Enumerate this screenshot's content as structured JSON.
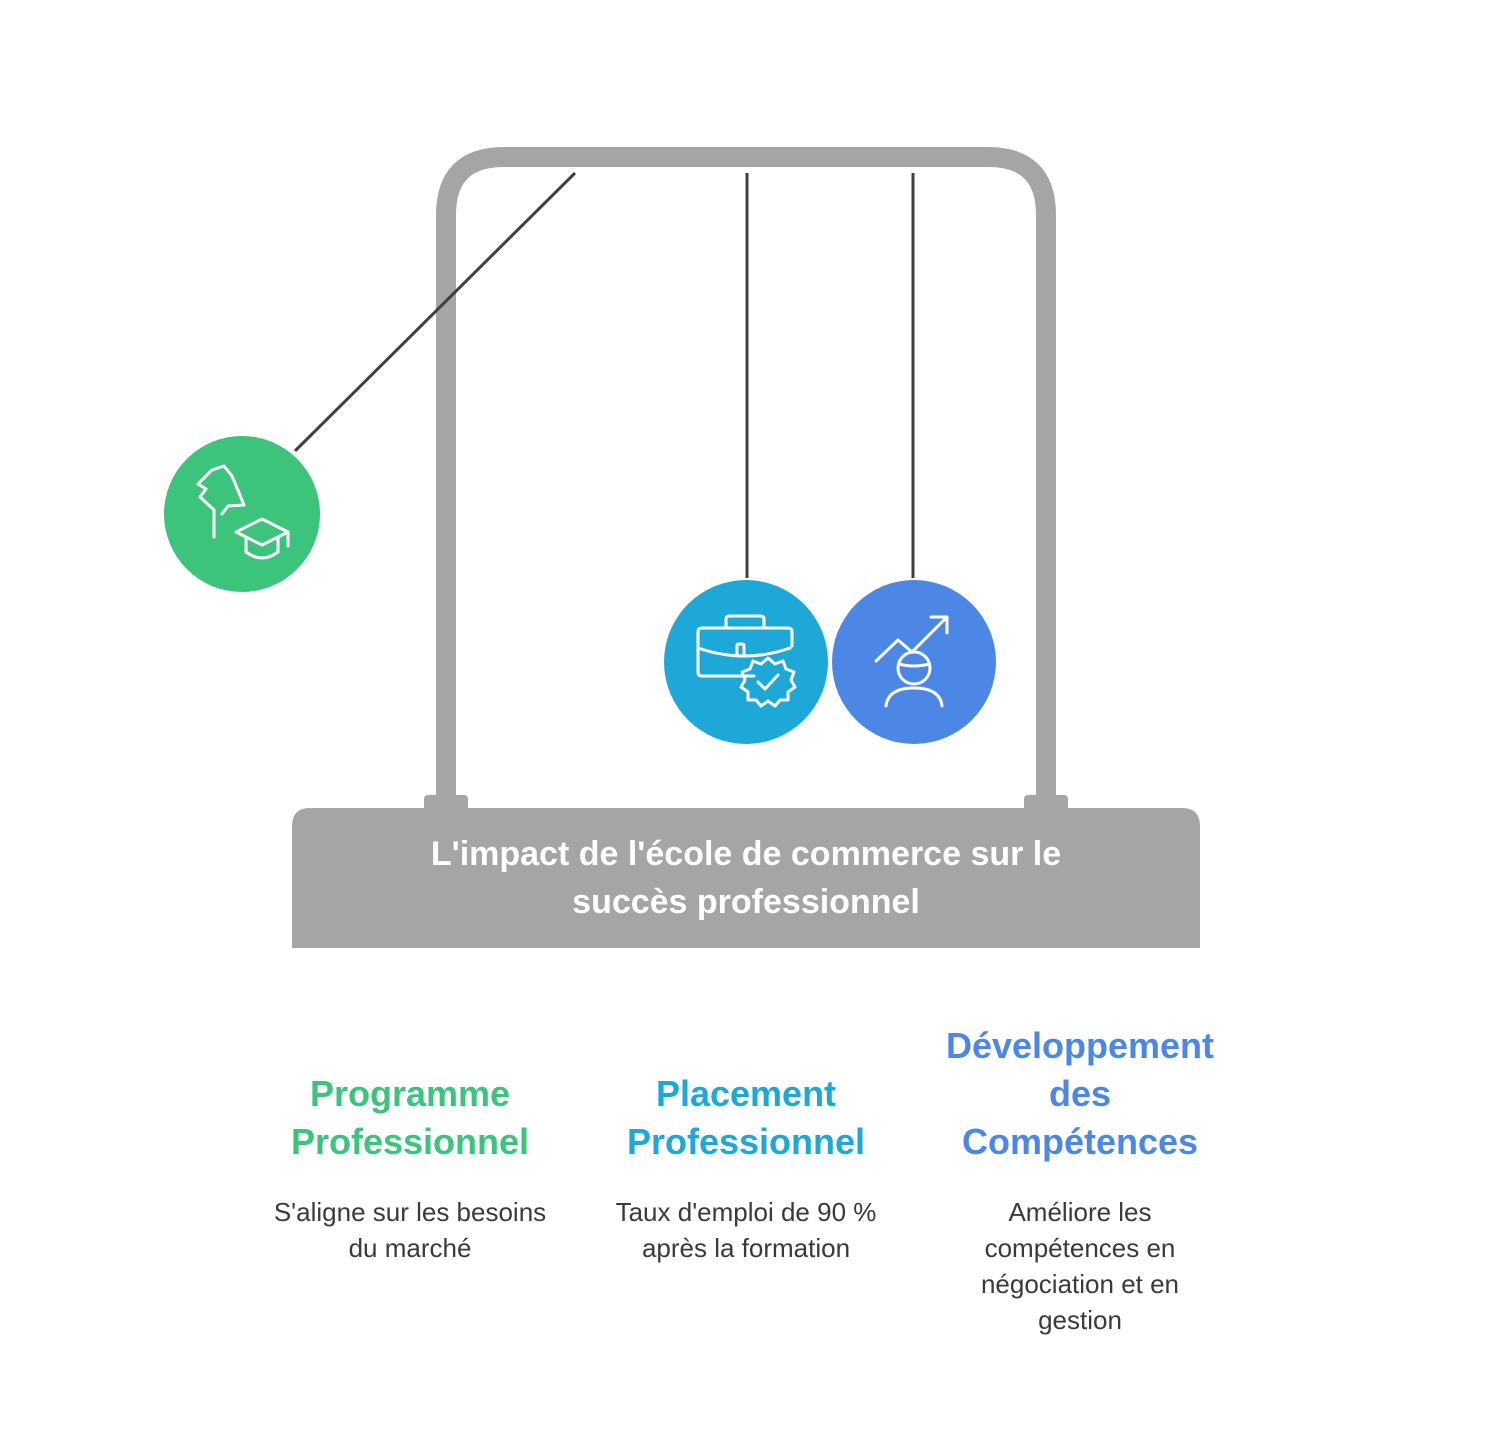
{
  "title": "L'impact de l'école de commerce sur le succès professionnel",
  "colors": {
    "frame": "#a5a5a5",
    "string": "#404040",
    "green": "#3cc47c",
    "cyan": "#1ea8d8",
    "blue": "#4d87e6"
  },
  "items": [
    {
      "heading": "Programme Professionnel",
      "description": "S'aligne sur les besoins du marché",
      "icon": "hand-with-graduation-cap-icon",
      "color": "#3cc47c"
    },
    {
      "heading": "Placement Professionnel",
      "description": "Taux d'emploi de 90 % après la formation",
      "icon": "briefcase-with-check-badge-icon",
      "color": "#1ea8d8"
    },
    {
      "heading": "Développement des Compétences",
      "description": "Améliore les compétences en négociation et en gestion",
      "icon": "person-with-growth-arrow-icon",
      "color": "#4d87e6"
    }
  ]
}
